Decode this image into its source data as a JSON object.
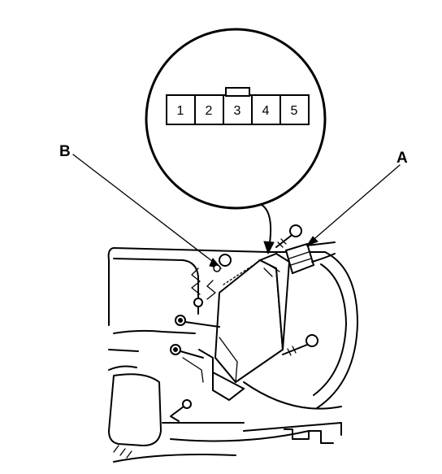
{
  "callouts": {
    "a": "A",
    "b": "B"
  },
  "connector": {
    "pins": [
      "1",
      "2",
      "3",
      "4",
      "5"
    ]
  }
}
